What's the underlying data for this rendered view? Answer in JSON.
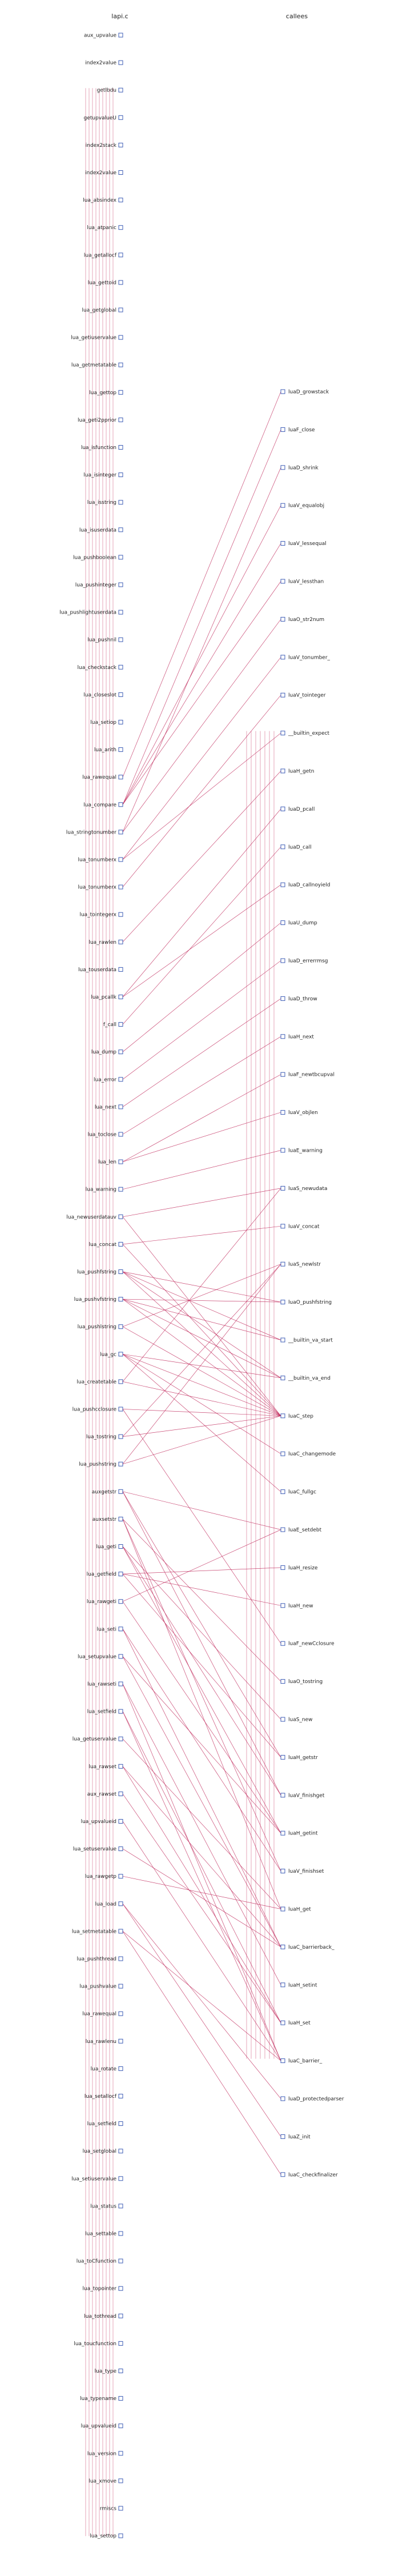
{
  "header": {
    "left_title": "lapi.c",
    "right_title": "callees"
  },
  "colors": {
    "edge": "#c0285a",
    "box_stroke": "#3b5bb5",
    "text": "#222222"
  },
  "left_nodes": [
    "aux_upvalue",
    "index2value",
    "getlbdu",
    "getupvalueU",
    "index2stack",
    "index2value",
    "lua_absindex",
    "lua_atpanic",
    "lua_getallocf",
    "lua_gettoid",
    "lua_getglobal",
    "lua_getiuservalue",
    "lua_getmetatable",
    "lua_gettop",
    "lua_geti2pprior",
    "lua_isfunction",
    "lua_isinteger",
    "lua_isstring",
    "lua_isuserdata",
    "lua_pushboolean",
    "lua_pushinteger",
    "lua_pushlightuserdata",
    "lua_pushnil",
    "lua_checkstack",
    "lua_closeslot",
    "lua_setiop",
    "lua_arith",
    "lua_rawequal",
    "lua_compare",
    "lua_stringtonumber",
    "lua_tonumberx",
    "lua_tonumberx",
    "lua_tointegerx",
    "lua_rawlen",
    "lua_touserdata",
    "lua_pcallk",
    "f_call",
    "lua_dump",
    "lua_error",
    "lua_next",
    "lua_toclose",
    "lua_len",
    "lua_warning",
    "lua_newuserdatauv",
    "lua_concat",
    "lua_pushfstring",
    "lua_pushvfstring",
    "lua_pushlstring",
    "lua_gc",
    "lua_createtable",
    "lua_pushcclosure",
    "lua_tostring",
    "lua_pushstring",
    "auxgetstr",
    "auxsetstr",
    "lua_geti",
    "lua_getfield",
    "lua_rawgeti",
    "lua_seti",
    "lua_setupvalue",
    "lua_rawseti",
    "lua_setfield",
    "lua_getuservalue",
    "lua_rawset",
    "aux_rawset",
    "lua_upvalueid",
    "lua_setuservalue",
    "lua_rawgetp",
    "lua_load",
    "lua_setmetatable",
    "lua_pushthread",
    "lua_pushvalue",
    "lua_rawequal",
    "lua_rawlenu",
    "lua_rotate",
    "lua_setallocf",
    "lua_setfield",
    "lua_setglobal",
    "lua_setiuservalue",
    "lua_status",
    "lua_settable",
    "lua_toCfunction",
    "lua_topointer",
    "lua_tothread",
    "lua_toucfunction",
    "lua_type",
    "lua_typename",
    "lua_upvalueid",
    "lua_version",
    "lua_xmove",
    "rmiscs",
    "lua_settop"
  ],
  "right_nodes": [
    "luaD_growstack",
    "luaF_close",
    "luaD_shrink",
    "luaV_equalobj",
    "luaV_lessequal",
    "luaV_lessthan",
    "luaO_str2num",
    "luaV_tonumber_",
    "luaV_tointeger",
    "__builtin_expect",
    "luaH_getn",
    "luaD_pcall",
    "luaD_call",
    "luaD_callnoyield",
    "luaU_dump",
    "luaD_errerrmsg",
    "luaD_throw",
    "luaH_next",
    "luaF_newtbcupval",
    "luaV_objlen",
    "luaE_warning",
    "luaS_newudata",
    "luaV_concat",
    "luaS_newlstr",
    "luaO_pushfstring",
    "__builtin_va_start",
    "__builtin_va_end",
    "luaC_step",
    "luaC_changemode",
    "luaC_fullgc",
    "luaE_setdebt",
    "luaH_resize",
    "luaH_new",
    "luaF_newCclosure",
    "luaO_tostring",
    "luaS_new",
    "luaH_getstr",
    "luaV_finishget",
    "luaH_getint",
    "luaV_finishset",
    "luaH_get",
    "luaC_barrierback_",
    "luaH_setint",
    "luaH_set",
    "luaC_barrier_",
    "luaD_protectedparser",
    "luaZ_init",
    "luaC_checkfinalizer"
  ]
}
